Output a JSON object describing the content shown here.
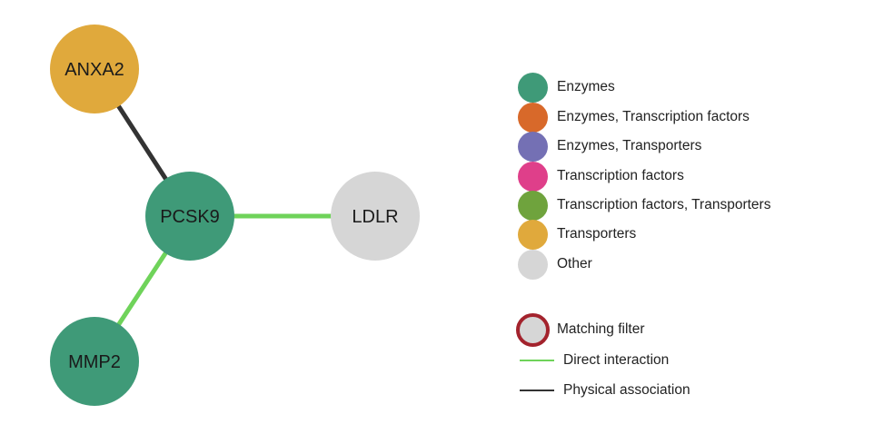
{
  "network": {
    "nodes": [
      {
        "id": "ANXA2",
        "label": "ANXA2",
        "category": "Transporters"
      },
      {
        "id": "PCSK9",
        "label": "PCSK9",
        "category": "Enzymes"
      },
      {
        "id": "LDLR",
        "label": "LDLR",
        "category": "Other"
      },
      {
        "id": "MMP2",
        "label": "MMP2",
        "category": "Enzymes"
      }
    ],
    "edges": [
      {
        "source": "ANXA2",
        "target": "PCSK9",
        "type": "Physical association"
      },
      {
        "source": "PCSK9",
        "target": "LDLR",
        "type": "Direct interaction"
      },
      {
        "source": "PCSK9",
        "target": "MMP2",
        "type": "Direct interaction"
      }
    ]
  },
  "legend": {
    "categories": [
      {
        "label": "Enzymes",
        "color": "#3f9a78"
      },
      {
        "label": "Enzymes, Transcription factors",
        "color": "#d8692a"
      },
      {
        "label": "Enzymes, Transporters",
        "color": "#7470b4"
      },
      {
        "label": "Transcription factors",
        "color": "#df3f8a"
      },
      {
        "label": "Transcription factors, Transporters",
        "color": "#6fa33d"
      },
      {
        "label": "Transporters",
        "color": "#e0a93c"
      },
      {
        "label": "Other",
        "color": "#d6d6d6"
      }
    ],
    "matching_filter": {
      "label": "Matching filter",
      "fill": "#d6d6d6",
      "ring": "#a3232d"
    },
    "edge_types": [
      {
        "label": "Direct interaction",
        "color": "#6fd35a"
      },
      {
        "label": "Physical association",
        "color": "#333333"
      }
    ]
  }
}
